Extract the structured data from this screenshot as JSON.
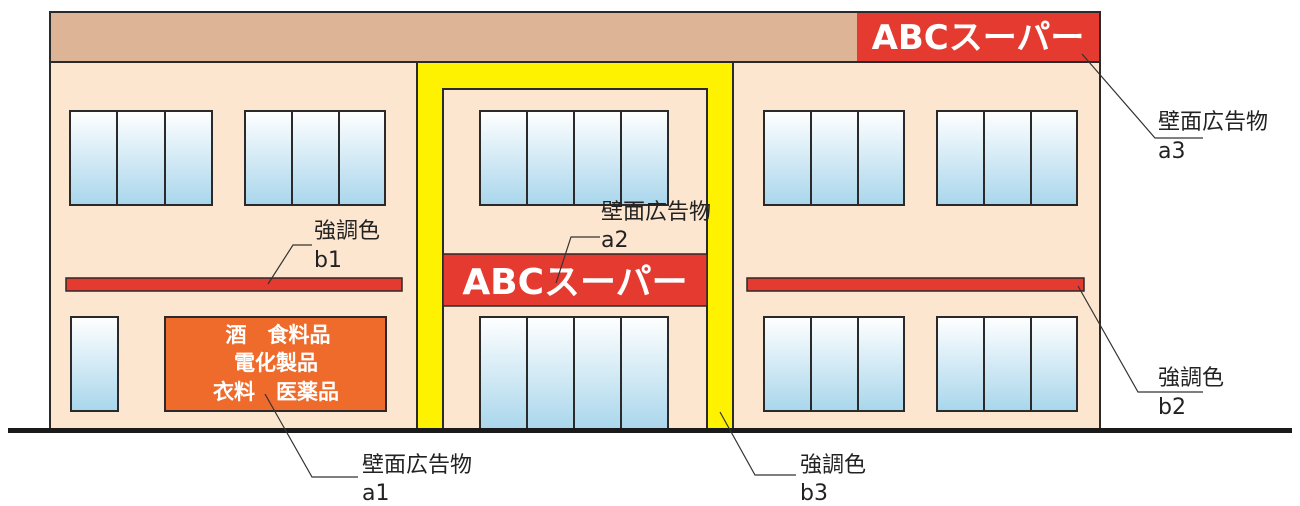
{
  "signs": {
    "top_sign": "ABCスーパー",
    "center_sign": "ABCスーパー",
    "goods_line1": "酒　食料品",
    "goods_line2": "電化製品",
    "goods_line3": "衣料　医薬品"
  },
  "callouts": {
    "a1": {
      "title": "壁面広告物",
      "code": "a1"
    },
    "a2": {
      "title": "壁面広告物",
      "code": "a2"
    },
    "a3": {
      "title": "壁面広告物",
      "code": "a3"
    },
    "b1": {
      "title": "強調色",
      "code": "b1"
    },
    "b2": {
      "title": "強調色",
      "code": "b2"
    },
    "b3": {
      "title": "強調色",
      "code": "b3"
    }
  },
  "colors": {
    "wall": "#fde6cf",
    "roof": "#ddb596",
    "accent_red": "#e53a2f",
    "accent_yellow": "#fff200",
    "goods_sign": "#ef6b2c",
    "outline": "#2a2a2a"
  }
}
